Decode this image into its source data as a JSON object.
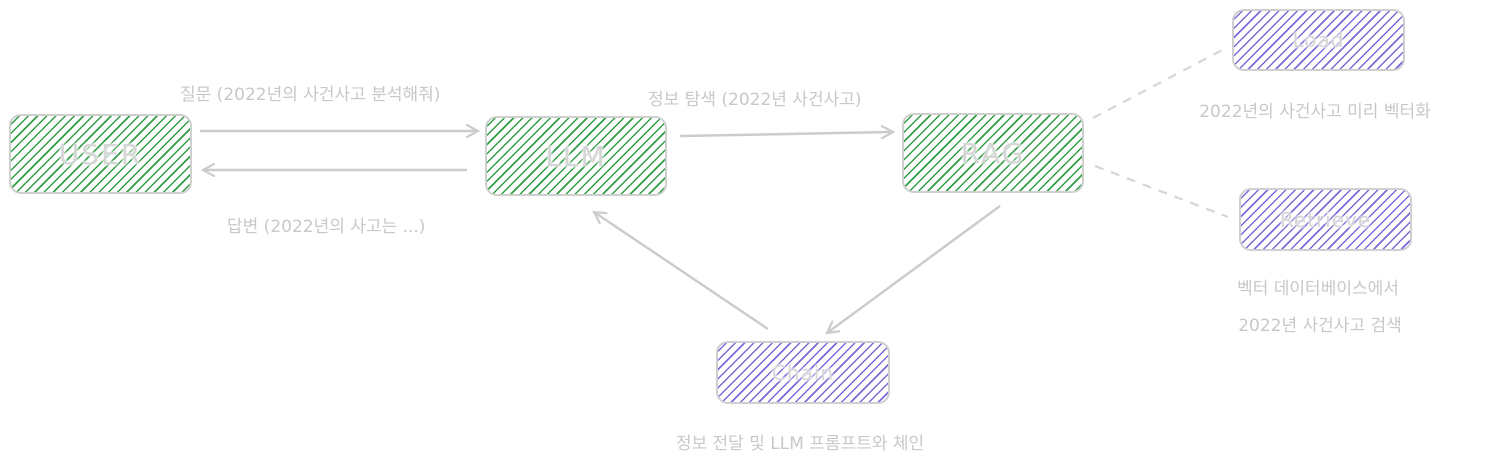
{
  "nodes": {
    "user": "USER",
    "llm": "LLM",
    "rag": "RAG",
    "load": "Load",
    "retrieve": "Retrieve",
    "chain": "Chain"
  },
  "edges": {
    "question": "질문 (2022년의 사건사고 분석해줘)",
    "answer": "답변 (2022년의 사고는 ...)",
    "search": "정보 탐색 (2022년 사건사고)"
  },
  "notes": {
    "load": "2022년의 사건사고 미리 벡터화",
    "retrieve_line1": "벡터 데이터베이스에서",
    "retrieve_line2": "2022년 사건사고 검색",
    "chain": "정보 전달 및 LLM 프롬프트와 체인"
  },
  "colors": {
    "green_hatch": "#2f9e44",
    "purple_hatch": "#7b68d9",
    "stroke": "#cfcfcf",
    "text": "#c8c8c8"
  }
}
